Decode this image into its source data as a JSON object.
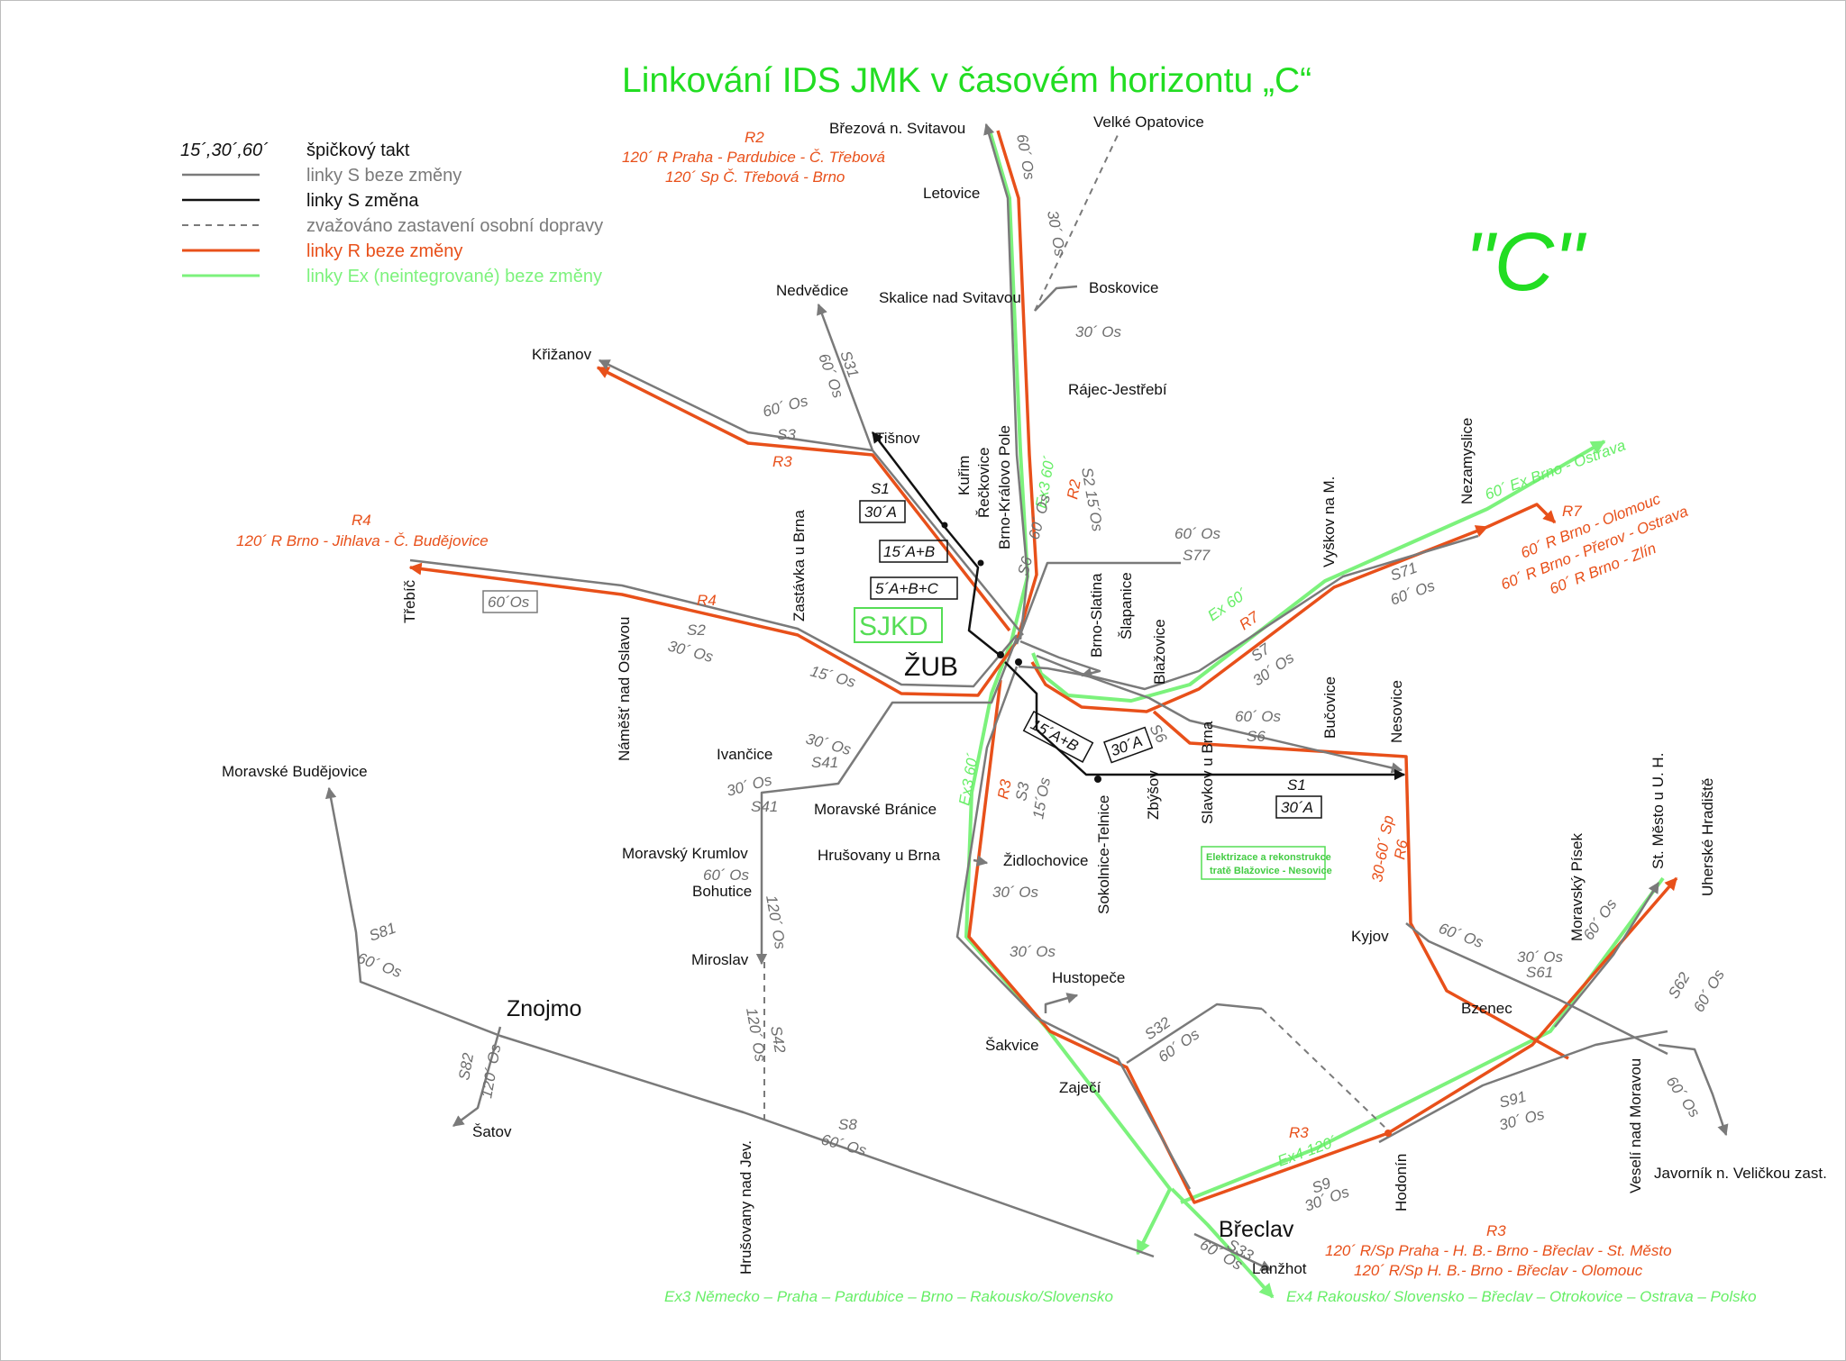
{
  "title": "Linkování IDS JMK v časovém horizontu „C“",
  "big_label": "\"C\"",
  "colors": {
    "grey": "#7a7a7a",
    "black": "#111111",
    "orange": "#e8501a",
    "green": "#7cf27c",
    "title_green": "#22dd22"
  },
  "legend": [
    {
      "sample": "15´,30´,60´",
      "text": "špičkový takt",
      "style": "text"
    },
    {
      "text": "linky S beze změny",
      "style": "grey"
    },
    {
      "text": "linky S změna",
      "style": "black"
    },
    {
      "text": "zvažováno zastavení osobní dopravy",
      "style": "dashed"
    },
    {
      "text": "linky R beze změny",
      "style": "orange"
    },
    {
      "text": "linky Ex (neintegrované) beze změny",
      "style": "green"
    }
  ],
  "hub_labels": {
    "sjkd": "SJKD",
    "zub": "ŽUB"
  },
  "stations": [
    {
      "id": "brezova",
      "name": "Březová n. Svitavou"
    },
    {
      "id": "velke-opatovice",
      "name": "Velké Opatovice"
    },
    {
      "id": "letovice",
      "name": "Letovice"
    },
    {
      "id": "nedvedice",
      "name": "Nedvědice"
    },
    {
      "id": "skalice",
      "name": "Skalice nad Svitavou"
    },
    {
      "id": "boskovice",
      "name": "Boskovice"
    },
    {
      "id": "krizanov",
      "name": "Křižanov"
    },
    {
      "id": "rajec",
      "name": "Rájec-Jestřebí"
    },
    {
      "id": "tisnov",
      "name": "Tišnov"
    },
    {
      "id": "kurim",
      "name": "Kuřim"
    },
    {
      "id": "reckovice",
      "name": "Řečkovice"
    },
    {
      "id": "kralovo-pole",
      "name": "Brno-Královo Pole"
    },
    {
      "id": "nezamyslice",
      "name": "Nezamyslice"
    },
    {
      "id": "vyskov",
      "name": "Vyškov na M."
    },
    {
      "id": "zastavka",
      "name": "Zastávka u Brna"
    },
    {
      "id": "trebic",
      "name": "Třebíč"
    },
    {
      "id": "namest",
      "name": "Náměšť nad Oslavou"
    },
    {
      "id": "slatina",
      "name": "Brno-Slatina"
    },
    {
      "id": "slapanice",
      "name": "Šlapanice"
    },
    {
      "id": "blazovice",
      "name": "Blažovice"
    },
    {
      "id": "bucovice",
      "name": "Bučovice"
    },
    {
      "id": "nesovice",
      "name": "Nesovice"
    },
    {
      "id": "ivancice",
      "name": "Ivančice"
    },
    {
      "id": "moravske-budejovice",
      "name": "Moravské Budějovice"
    },
    {
      "id": "moravske-branice",
      "name": "Moravské Bránice"
    },
    {
      "id": "krumlov",
      "name": "Moravský Krumlov"
    },
    {
      "id": "hrusovany-brna",
      "name": "Hrušovany u Brna"
    },
    {
      "id": "zidlochovice",
      "name": "Židlochovice"
    },
    {
      "id": "sokolnice",
      "name": "Sokolnice-Telnice"
    },
    {
      "id": "zbysov",
      "name": "Zbýšov"
    },
    {
      "id": "slavkov",
      "name": "Slavkov u Brna"
    },
    {
      "id": "bohutice",
      "name": "Bohutice"
    },
    {
      "id": "miroslav",
      "name": "Miroslav"
    },
    {
      "id": "mor-pisek",
      "name": "Moravský Písek"
    },
    {
      "id": "st-mesto",
      "name": "St. Město u U. H."
    },
    {
      "id": "uh-hradiste",
      "name": "Uherské Hradiště"
    },
    {
      "id": "kyjov",
      "name": "Kyjov"
    },
    {
      "id": "hustopece",
      "name": "Hustopeče"
    },
    {
      "id": "znojmo",
      "name": "Znojmo"
    },
    {
      "id": "bzenec",
      "name": "Bzenec"
    },
    {
      "id": "sakvice",
      "name": "Šakvice"
    },
    {
      "id": "zajeci",
      "name": "Zaječí"
    },
    {
      "id": "satov",
      "name": "Šatov"
    },
    {
      "id": "hrusovany-jev",
      "name": "Hrušovany nad Jev."
    },
    {
      "id": "hodonin",
      "name": "Hodonín"
    },
    {
      "id": "veseli",
      "name": "Veselí nad Moravou"
    },
    {
      "id": "javornik",
      "name": "Javorník n. Veličkou zast."
    },
    {
      "id": "breclav",
      "name": "Břeclav"
    },
    {
      "id": "lanzhot",
      "name": "Lanžhot"
    }
  ],
  "line_labels": {
    "r2_head": "R2",
    "r2_desc1": "120´ R Praha - Pardubice - Č. Třebová",
    "r2_desc2": "120´ Sp Č. Třebová - Brno",
    "r4_head": "R4",
    "r4_desc": "120´ R Brno - Jihlava - Č. Budějovice",
    "r3_head": "R3",
    "r3_desc1": "120´ R/Sp Praha - H. B.- Brno - Břeclav - St. Město",
    "r3_desc2": "120´ R/Sp H. B.- Brno - Břeclav - Olomouc",
    "r7_head": "R7",
    "r7_desc1": "60´ R Brno - Olomouc",
    "r7_desc2": "60´ R Brno - Přerov - Ostrava",
    "r7_desc3": "60´ R Brno - Zlín",
    "ex_brno_ostrava": "60´ Ex Brno - Ostrava",
    "ex3_bottom": "Ex3 Německo – Praha – Pardubice – Brno – Rakousko/Slovensko",
    "ex4_bottom": "Ex4 Rakousko/ Slovensko – Břeclav – Otrokovice – Ostrava – Polsko",
    "elektrizace1": "Elektrizace a rekonstrukce",
    "elektrizace2": "tratě Blažovice - Nesovice",
    "s60os_top": "60´ Os",
    "s30os_top": "30´ Os",
    "s30os_bosk": "30´ Os",
    "s31": "S31",
    "s31_60": "60´ Os",
    "s3_60": "60´ Os",
    "s3": "S3",
    "r3": "R3",
    "s1": "S1",
    "s1_30a": "30´A",
    "box_15ab": "15´A+B",
    "box_5abc": "5´A+B+C",
    "ex3_60_top": "Ex3 60´",
    "r2": "R2",
    "s2_15os": "S2 15´Os",
    "s6_60os": "60´ Os",
    "s6": "S6",
    "s77_60": "60´ Os",
    "s77": "S77",
    "r4": "R4",
    "r4_60os_box": "60´Os",
    "s2": "S2",
    "s2_30os": "30´ Os",
    "s2_15os_west": "15´ Os",
    "ex60": "Ex 60´",
    "r7": "R7",
    "s7": "S7",
    "s7_30os": "30´ Os",
    "s71": "S71",
    "s71_60os": "60´ Os",
    "box_15ab_se": "15´A+B",
    "box_30a_se": "30´A",
    "s6_se": "S6",
    "s6_60os_east": "60´ Os",
    "s6_east": "S6",
    "s1_east": "S1",
    "s1_30a_east": "30´A",
    "s41_30os": "30´ Os",
    "s41": "S41",
    "s41b_30os": "30´ Os",
    "s41b": "S41",
    "ex3_60_mid": "Ex3 60´",
    "r3_mid": "R3",
    "s3_mid": "S3",
    "s3_15os": "15´Os",
    "zid_30os": "30´ Os",
    "krumlov_60os": "60´ Os",
    "s120os": "120´ Os",
    "r6_sp": "30-60´ Sp",
    "r6": "R6",
    "s81": "S81",
    "s81_60os": "60´ Os",
    "hust_30os": "30´ Os",
    "kyjov_60os": "60´ Os",
    "s61_30os": "30´ Os",
    "s61": "S61",
    "pisek_60os": "60´ Os",
    "s62": "S62",
    "s62_60os": "60´ Os",
    "s32": "S32",
    "s32_60os": "60´ Os",
    "s42_120os": "120´ Os",
    "s42": "S42",
    "s82": "S82",
    "s82_120os": "120´ Os",
    "s8": "S8",
    "s8_60os": "60´ Os",
    "r3_south": "R3",
    "ex4_120": "Ex4 120´",
    "s91": "S91",
    "s91_30os": "30´ Os",
    "jav_60os": "60´ Os",
    "s9": "S9",
    "s9_30os": "30´ Os",
    "s33_60os": "60´ Os",
    "s33": "S33"
  }
}
